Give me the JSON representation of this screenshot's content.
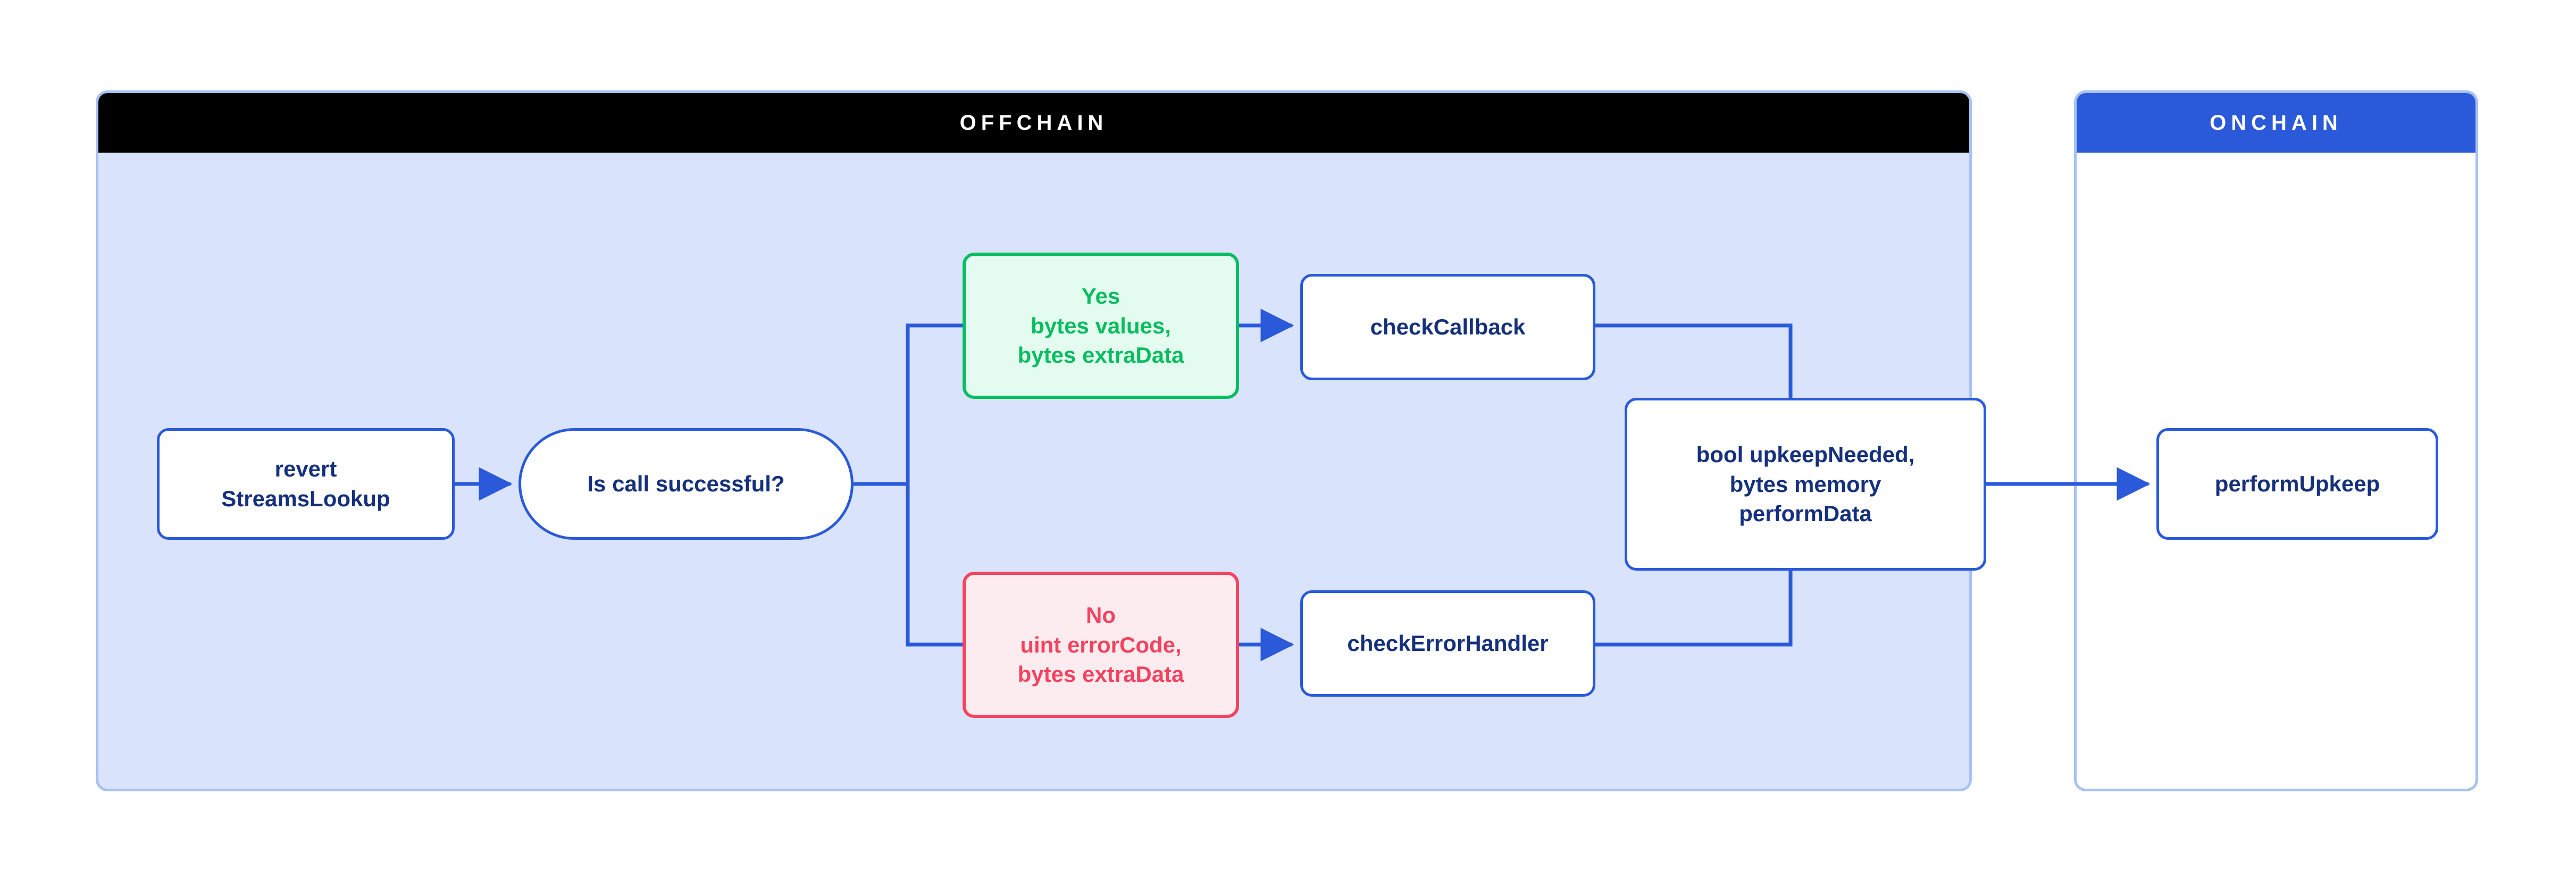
{
  "diagram": {
    "title_offchain": "OFFCHAIN",
    "title_onchain": "ONCHAIN",
    "panels": [
      {
        "id": "offchain",
        "label": "OFFCHAIN",
        "header_color": "#000000",
        "body_color": "#d9e3fb"
      },
      {
        "id": "onchain",
        "label": "ONCHAIN",
        "header_color": "#2a5ada",
        "body_color": "#ffffff"
      }
    ],
    "nodes": {
      "revert": "revert\nStreamsLookup",
      "decision": "Is call successful?",
      "yes": "Yes\nbytes values,\nbytes extraData",
      "no": "No\nuint errorCode,\nbytes extraData",
      "check_callback": "checkCallback",
      "check_error_handler": "checkErrorHandler",
      "bool_upkeep": "bool upkeepNeeded,\nbytes memory\nperformData",
      "perform_upkeep": "performUpkeep"
    },
    "colors": {
      "line": "#2a5ada",
      "node_border": "#2a5ada",
      "node_text": "#15307d",
      "yes_border": "#07bd5f",
      "yes_fill": "#e4fcef",
      "yes_text": "#07bd5f",
      "no_border": "#f4425f",
      "no_fill": "#fdecef",
      "no_text": "#f4425f",
      "panel_border": "#a8c1f2",
      "offchain_body": "#d9e3fb",
      "onchain_body": "#ffffff",
      "offchain_header": "#000000",
      "onchain_header": "#2a5ada"
    },
    "edges": [
      {
        "from": "revert",
        "to": "decision",
        "arrow": true
      },
      {
        "from": "decision",
        "to": "yes",
        "arrow": false
      },
      {
        "from": "decision",
        "to": "no",
        "arrow": false
      },
      {
        "from": "yes",
        "to": "check_callback",
        "arrow": true
      },
      {
        "from": "no",
        "to": "check_error_handler",
        "arrow": true
      },
      {
        "from": "check_callback",
        "to": "bool_upkeep",
        "arrow": false
      },
      {
        "from": "check_error_handler",
        "to": "bool_upkeep",
        "arrow": false
      },
      {
        "from": "bool_upkeep",
        "to": "perform_upkeep",
        "arrow": true
      }
    ]
  }
}
